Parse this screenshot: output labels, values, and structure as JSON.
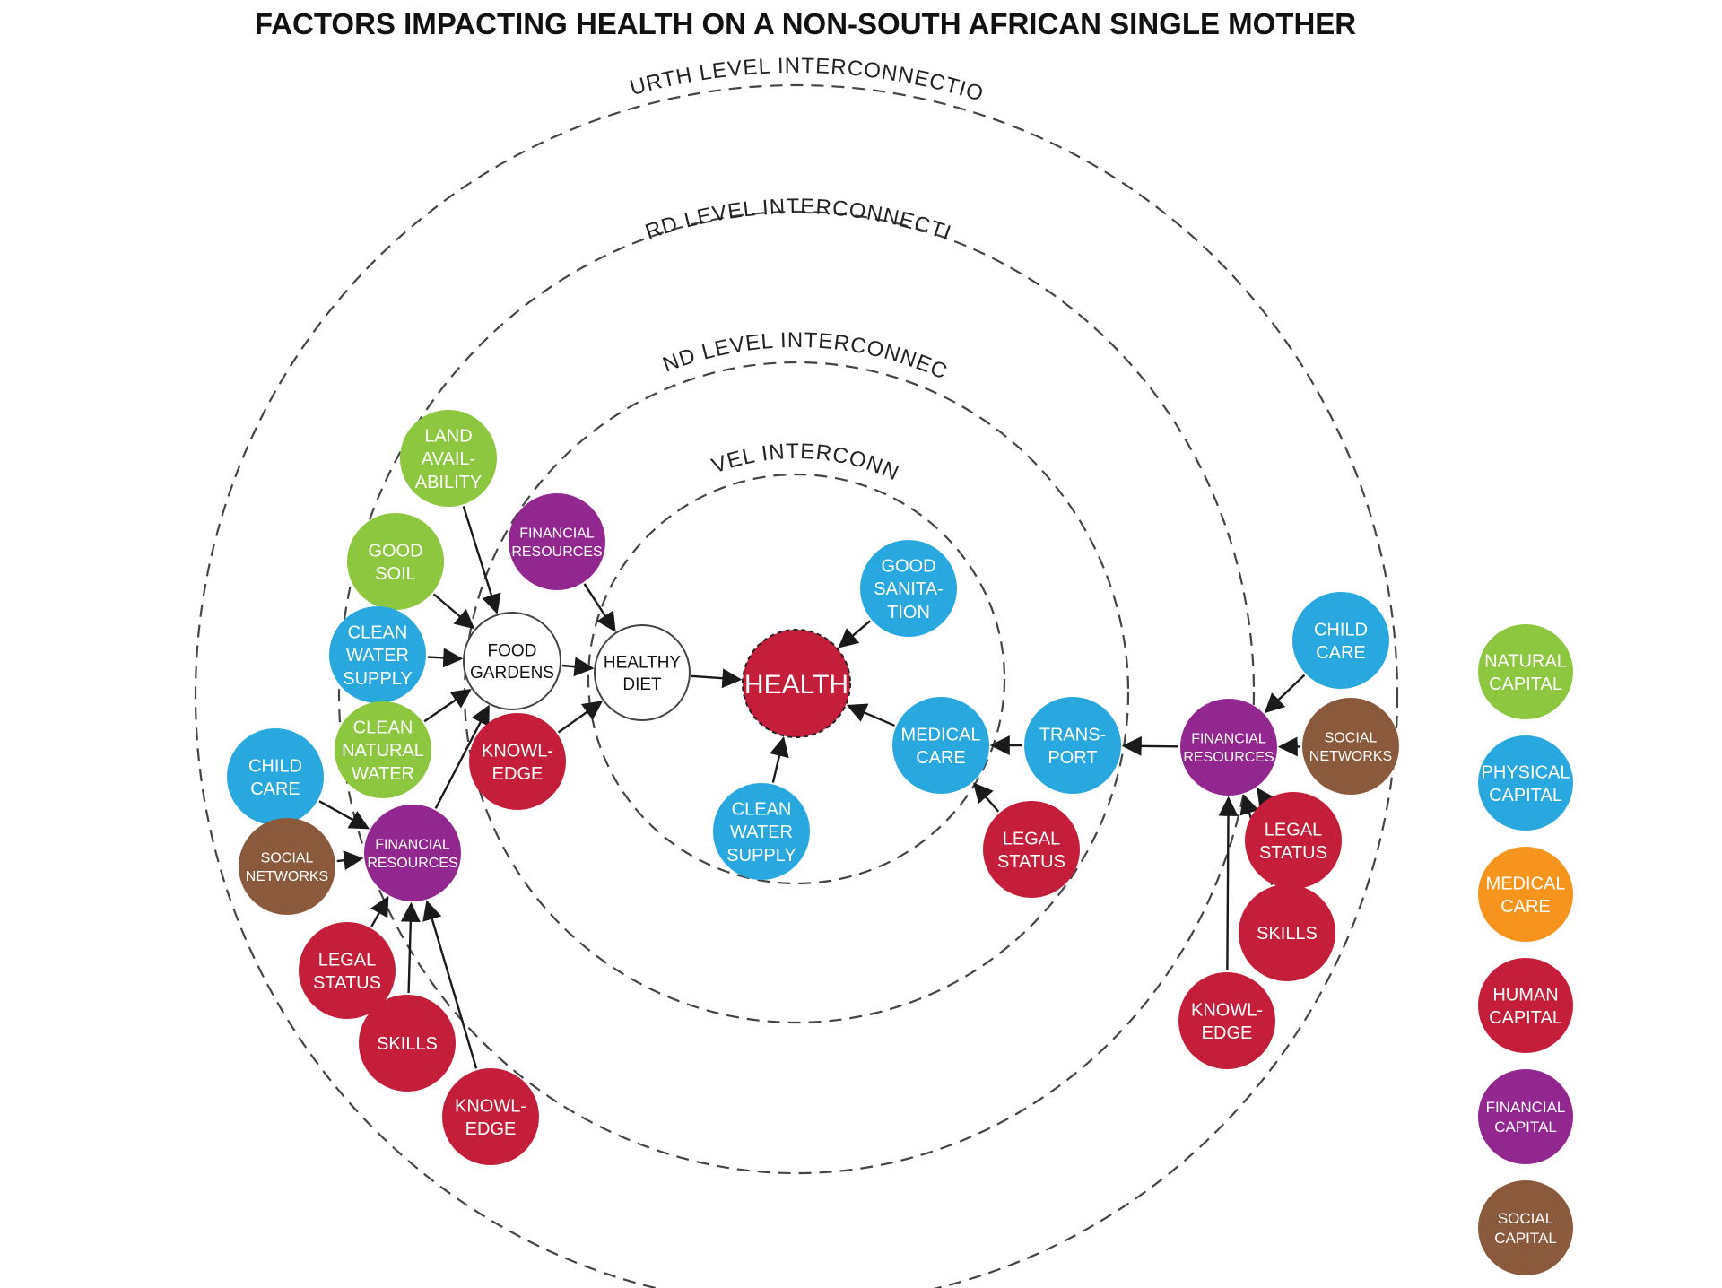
{
  "title": "FACTORS IMPACTING HEALTH ON A NON-SOUTH AFRICAN SINGLE MOTHER",
  "colors": {
    "natural": "#8DC63F",
    "physical": "#29A8E0",
    "medical": "#F7941D",
    "human": "#C41E3A",
    "financial": "#92278F",
    "social": "#8B5A3C",
    "health": "#C41E3A",
    "neutral": "#ffffff"
  },
  "rings": [
    {
      "id": "first",
      "label": "FIRST LEVEL INTERCONNECTIONS"
    },
    {
      "id": "second",
      "label": "SECOND LEVEL INTERCONNECTIONS"
    },
    {
      "id": "third",
      "label": "THIRD LEVEL INTERCONNECTIONS"
    },
    {
      "id": "fourth",
      "label": "FOURTH  LEVEL INTERCONNECTIONS"
    }
  ],
  "nodes": [
    {
      "id": "health",
      "lines": [
        "HEALTH"
      ],
      "category": "health"
    },
    {
      "id": "healthy-diet",
      "lines": [
        "HEALTHY",
        "DIET"
      ],
      "category": "neutral"
    },
    {
      "id": "food-gardens",
      "lines": [
        "FOOD",
        "GARDENS"
      ],
      "category": "neutral"
    },
    {
      "id": "good-sanitation",
      "lines": [
        "GOOD",
        "SANITA-",
        "TION"
      ],
      "category": "physical"
    },
    {
      "id": "medical-care",
      "lines": [
        "MEDICAL",
        "CARE"
      ],
      "category": "physical"
    },
    {
      "id": "clean-water-supply-1",
      "lines": [
        "CLEAN",
        "WATER",
        "SUPPLY"
      ],
      "category": "physical"
    },
    {
      "id": "transport",
      "lines": [
        "TRANS-",
        "PORT"
      ],
      "category": "physical"
    },
    {
      "id": "legal-status-1",
      "lines": [
        "LEGAL",
        "STATUS"
      ],
      "category": "human"
    },
    {
      "id": "financial-resources-1",
      "lines": [
        "FINANCIAL",
        "RESOURCES"
      ],
      "category": "financial"
    },
    {
      "id": "child-care-1",
      "lines": [
        "CHILD",
        "CARE"
      ],
      "category": "physical"
    },
    {
      "id": "social-networks-1",
      "lines": [
        "SOCIAL",
        "NETWORKS"
      ],
      "category": "social"
    },
    {
      "id": "legal-status-2",
      "lines": [
        "LEGAL",
        "STATUS"
      ],
      "category": "human"
    },
    {
      "id": "skills-1",
      "lines": [
        "SKILLS"
      ],
      "category": "human"
    },
    {
      "id": "knowledge-1",
      "lines": [
        "KNOWL-",
        "EDGE"
      ],
      "category": "human"
    },
    {
      "id": "financial-resources-2",
      "lines": [
        "FINANCIAL",
        "RESOURCES"
      ],
      "category": "financial"
    },
    {
      "id": "knowledge-2",
      "lines": [
        "KNOWL-",
        "EDGE"
      ],
      "category": "human"
    },
    {
      "id": "land-availability",
      "lines": [
        "LAND",
        "AVAIL-",
        "ABILITY"
      ],
      "category": "natural"
    },
    {
      "id": "good-soil",
      "lines": [
        "GOOD",
        "SOIL"
      ],
      "category": "natural"
    },
    {
      "id": "clean-water-supply-2",
      "lines": [
        "CLEAN",
        "WATER",
        "SUPPLY"
      ],
      "category": "physical"
    },
    {
      "id": "clean-natural-water",
      "lines": [
        "CLEAN",
        "NATURAL",
        "WATER"
      ],
      "category": "natural"
    },
    {
      "id": "financial-resources-3",
      "lines": [
        "FINANCIAL",
        "RESOURCES"
      ],
      "category": "financial"
    },
    {
      "id": "child-care-2",
      "lines": [
        "CHILD",
        "CARE"
      ],
      "category": "physical"
    },
    {
      "id": "social-networks-2",
      "lines": [
        "SOCIAL",
        "NETWORKS"
      ],
      "category": "social"
    },
    {
      "id": "legal-status-3",
      "lines": [
        "LEGAL",
        "STATUS"
      ],
      "category": "human"
    },
    {
      "id": "skills-2",
      "lines": [
        "SKILLS"
      ],
      "category": "human"
    },
    {
      "id": "knowledge-3",
      "lines": [
        "KNOWL-",
        "EDGE"
      ],
      "category": "human"
    }
  ],
  "edges": [
    {
      "from": "healthy-diet",
      "to": "health"
    },
    {
      "from": "good-sanitation",
      "to": "health"
    },
    {
      "from": "medical-care",
      "to": "health"
    },
    {
      "from": "clean-water-supply-1",
      "to": "health"
    },
    {
      "from": "transport",
      "to": "medical-care"
    },
    {
      "from": "legal-status-1",
      "to": "medical-care"
    },
    {
      "from": "financial-resources-1",
      "to": "transport"
    },
    {
      "from": "child-care-1",
      "to": "financial-resources-1"
    },
    {
      "from": "social-networks-1",
      "to": "financial-resources-1"
    },
    {
      "from": "legal-status-2",
      "to": "financial-resources-1"
    },
    {
      "from": "skills-1",
      "to": "financial-resources-1"
    },
    {
      "from": "knowledge-1",
      "to": "financial-resources-1"
    },
    {
      "from": "food-gardens",
      "to": "healthy-diet"
    },
    {
      "from": "financial-resources-2",
      "to": "healthy-diet"
    },
    {
      "from": "knowledge-2",
      "to": "healthy-diet"
    },
    {
      "from": "land-availability",
      "to": "food-gardens"
    },
    {
      "from": "good-soil",
      "to": "food-gardens"
    },
    {
      "from": "clean-water-supply-2",
      "to": "food-gardens"
    },
    {
      "from": "clean-natural-water",
      "to": "food-gardens"
    },
    {
      "from": "financial-resources-3",
      "to": "food-gardens"
    },
    {
      "from": "child-care-2",
      "to": "financial-resources-3"
    },
    {
      "from": "social-networks-2",
      "to": "financial-resources-3"
    },
    {
      "from": "legal-status-3",
      "to": "financial-resources-3"
    },
    {
      "from": "skills-2",
      "to": "financial-resources-3"
    },
    {
      "from": "knowledge-3",
      "to": "financial-resources-3"
    }
  ],
  "legend": [
    {
      "lines": [
        "NATURAL",
        "CAPITAL"
      ],
      "category": "natural"
    },
    {
      "lines": [
        "PHYSICAL",
        "CAPITAL"
      ],
      "category": "physical"
    },
    {
      "lines": [
        "MEDICAL",
        "CARE"
      ],
      "category": "medical"
    },
    {
      "lines": [
        "HUMAN",
        "CAPITAL"
      ],
      "category": "human"
    },
    {
      "lines": [
        "FINANCIAL",
        "CAPITAL"
      ],
      "category": "financial"
    },
    {
      "lines": [
        "SOCIAL",
        "CAPITAL"
      ],
      "category": "social"
    }
  ]
}
